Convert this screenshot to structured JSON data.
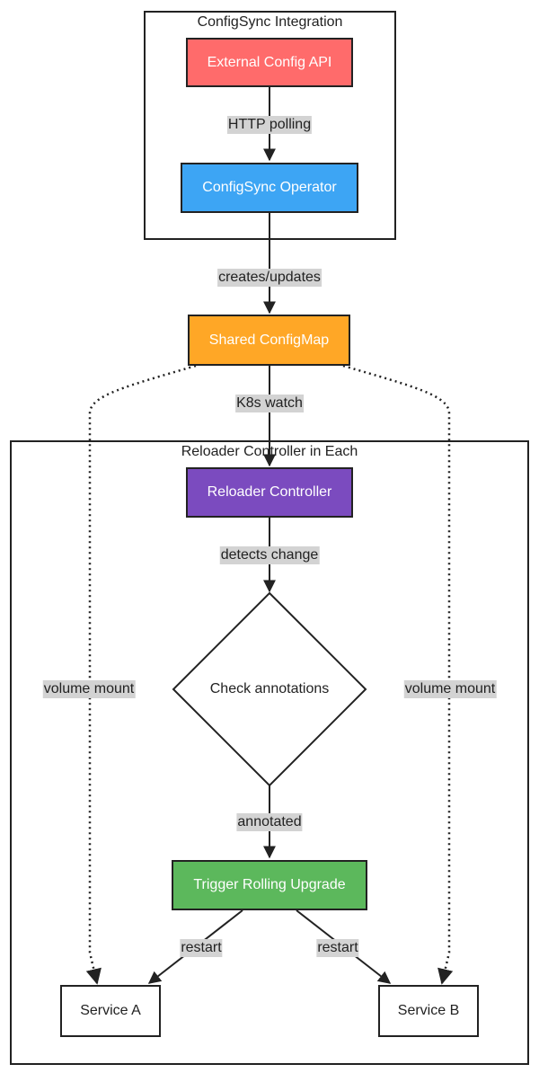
{
  "clusters": {
    "configsync": {
      "title": "ConfigSync Integration"
    },
    "reloader": {
      "title": "Reloader Controller in Each"
    }
  },
  "nodes": {
    "external_api": {
      "label": "External Config API",
      "fill": "#ff6b6b"
    },
    "operator": {
      "label": "ConfigSync Operator",
      "fill": "#3da5f4"
    },
    "shared_configmap": {
      "label": "Shared ConfigMap",
      "fill": "#ffa726"
    },
    "reloader_controller": {
      "label": "Reloader Controller",
      "fill": "#7b4bbf"
    },
    "check_annotations": {
      "label": "Check annotations"
    },
    "trigger_upgrade": {
      "label": "Trigger Rolling Upgrade",
      "fill": "#5cb85c"
    },
    "service_a": {
      "label": "Service A"
    },
    "service_b": {
      "label": "Service B"
    }
  },
  "edges": {
    "http_polling": "HTTP polling",
    "creates_updates": "creates/updates",
    "k8s_watch": "K8s watch",
    "detects_change": "detects change",
    "annotated": "annotated",
    "restart_a": "restart",
    "restart_b": "restart",
    "volume_mount_a": "volume mount",
    "volume_mount_b": "volume mount"
  }
}
